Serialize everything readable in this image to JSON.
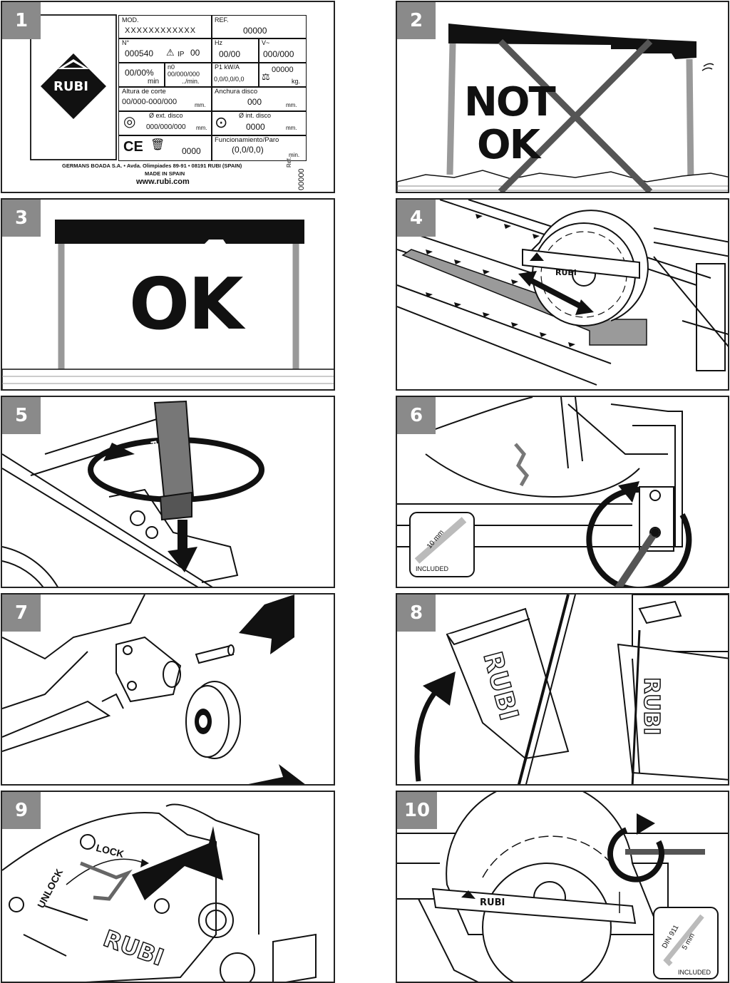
{
  "panels": [
    {
      "num": "1"
    },
    {
      "num": "2"
    },
    {
      "num": "3"
    },
    {
      "num": "4"
    },
    {
      "num": "5"
    },
    {
      "num": "6"
    },
    {
      "num": "7"
    },
    {
      "num": "8"
    },
    {
      "num": "9"
    },
    {
      "num": "10"
    }
  ],
  "plate": {
    "brand": "RUBI",
    "mod_label": "MOD.",
    "mod_value": "XXXXXXXXXXXX",
    "ref_label": "REF.",
    "ref_value": "00000",
    "n_label": "N°",
    "n_value": "000540",
    "ip_label": "IP",
    "ip_value": "00",
    "hz_label": "Hz",
    "hz_value": "00/00",
    "v_label": "V~",
    "v_value": "000/000",
    "pct_value": "00/00%",
    "pct_unit": "min",
    "n0_label": "n0",
    "n0_value": "00/000/000",
    "n0_unit": "../min.",
    "p1_label": "P1 kW/A",
    "p1_value": "0,0/0,0/0,0",
    "kg_value": "00000",
    "kg_unit": "kg.",
    "altura_label": "Altura de corte",
    "altura_value": "00/000-000/000",
    "altura_unit": "mm.",
    "anchura_label": "Anchura disco",
    "anchura_value": "000",
    "anchura_unit": "mm.",
    "ext_label": "Ø ext. disco",
    "ext_value": "000/000/000",
    "ext_unit": "mm.",
    "int_label": "Ø int. disco",
    "int_value": "0000",
    "int_unit": "mm.",
    "ce_label": "CE",
    "ce_value": "0000",
    "func_label": "Funcionamiento/Paro",
    "func_value": "(0,0/0,0)",
    "func_unit": "min.",
    "company": "GERMANS BOADA S.A. • Avda. Olimpiades 89-91 • 08191 RUBI (SPAIN)",
    "made_in": "MADE IN SPAIN",
    "website": "www.rubi.com",
    "ref_side_label": "Ref.",
    "ref_side_value": "00000"
  },
  "panel2": {
    "line1": "NOT",
    "line2": "OK"
  },
  "panel3": {
    "text": "OK"
  },
  "panel4": {
    "brand": "RUBI"
  },
  "panel5": {
    "brand": "RUBI"
  },
  "panel6": {
    "tool_size": "10 mm",
    "included": "INCLUDED"
  },
  "panel8": {
    "brand1": "RUBI",
    "brand2": "RUBI"
  },
  "panel9": {
    "unlock": "UNLOCK",
    "lock": "LOCK",
    "brand": "RUBI"
  },
  "panel10": {
    "brand": "RUBI",
    "din": "DIN 911",
    "tool_size": "5 mm",
    "included": "INCLUDED"
  },
  "colors": {
    "badge": "#8a8a8a",
    "ink": "#111111",
    "grey_arrow": "#777777"
  }
}
